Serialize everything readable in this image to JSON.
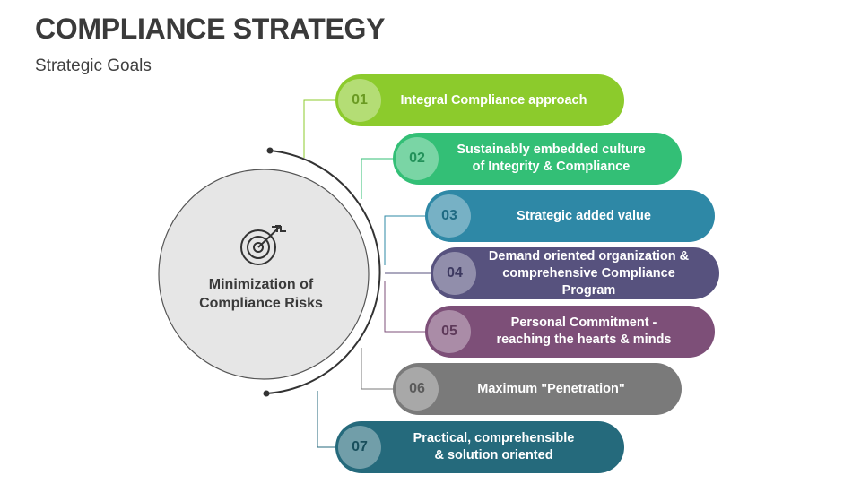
{
  "header": {
    "title": "COMPLIANCE STRATEGY",
    "subtitle": "Strategic Goals"
  },
  "center": {
    "icon": "target-arrow-icon",
    "line1": "Minimization of",
    "line2": "Compliance Risks"
  },
  "goals": [
    {
      "number": "01",
      "line1": "Integral Compliance approach",
      "line2": "",
      "color": "#8ccb2c",
      "number_color": "#6a9a22"
    },
    {
      "number": "02",
      "line1": "Sustainably embedded culture",
      "line2": "of Integrity & Compliance",
      "color": "#33bf76",
      "number_color": "#23915a"
    },
    {
      "number": "03",
      "line1": "Strategic added value",
      "line2": "",
      "color": "#2e88a6",
      "number_color": "#1f6a83"
    },
    {
      "number": "04",
      "line1": "Demand oriented organization &",
      "line2": "comprehensive Compliance Program",
      "color": "#57527e",
      "number_color": "#3d3960"
    },
    {
      "number": "05",
      "line1": "Personal Commitment -",
      "line2": "reaching the hearts & minds",
      "color": "#7d4f78",
      "number_color": "#5e3a5a"
    },
    {
      "number": "06",
      "line1": "Maximum \"Penetration\"",
      "line2": "",
      "color": "#7a7a7a",
      "number_color": "#5a5a5a"
    },
    {
      "number": "07",
      "line1": "Practical, comprehensible",
      "line2": "& solution oriented",
      "color": "#256a7c",
      "number_color": "#184e5c"
    }
  ]
}
